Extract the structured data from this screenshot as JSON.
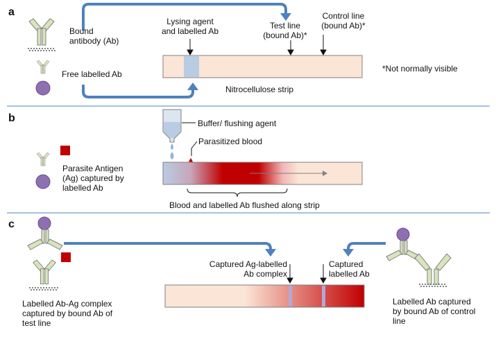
{
  "panels": {
    "a": {
      "letter": "a",
      "bound_ab_label": [
        "Bound",
        "antibody (Ab)"
      ],
      "free_ab_label": "Free labelled  Ab",
      "lysing_label": [
        "Lysing agent",
        "and labelled Ab"
      ],
      "test_line_label": [
        "Test line",
        "(bound Ab)*"
      ],
      "control_line_label": [
        "Control line",
        "(bound Ab)*"
      ],
      "footnote": "*Not normally visible",
      "strip_label": "Nitrocellulose strip"
    },
    "b": {
      "letter": "b",
      "buffer_label": "Buffer/ flushing agent",
      "blood_label": "Parasitized blood",
      "antigen_label": [
        "Parasite Antigen",
        "(Ag) captured by",
        "labelled Ab"
      ],
      "flush_label": "Blood and labelled Ab flushed along strip"
    },
    "c": {
      "letter": "c",
      "complex_label": [
        "Captured Ag-labelled",
        "Ab complex"
      ],
      "captured_label": [
        "Captured",
        "labelled Ab"
      ],
      "left_caption": [
        "Labelled Ab-Ag complex",
        "captured by bound Ab of",
        "test line"
      ],
      "right_caption": [
        "Labelled Ab captured",
        "by bound Ab of control",
        "line"
      ]
    }
  },
  "colors": {
    "strip": "#fbe5d6",
    "strip_border": "#7f7f7f",
    "arrow_blue": "#4f81bd",
    "divider": "#4f81bd",
    "label_pad": "#b8cce4",
    "blood_red": "#c00000",
    "antigen_red": "#c00000",
    "label_purple": "#8e6fb0",
    "line_purple": "#b4a7d6",
    "antibody_fill": "#d8e4bc",
    "antibody_stroke": "#7f7f7f"
  }
}
